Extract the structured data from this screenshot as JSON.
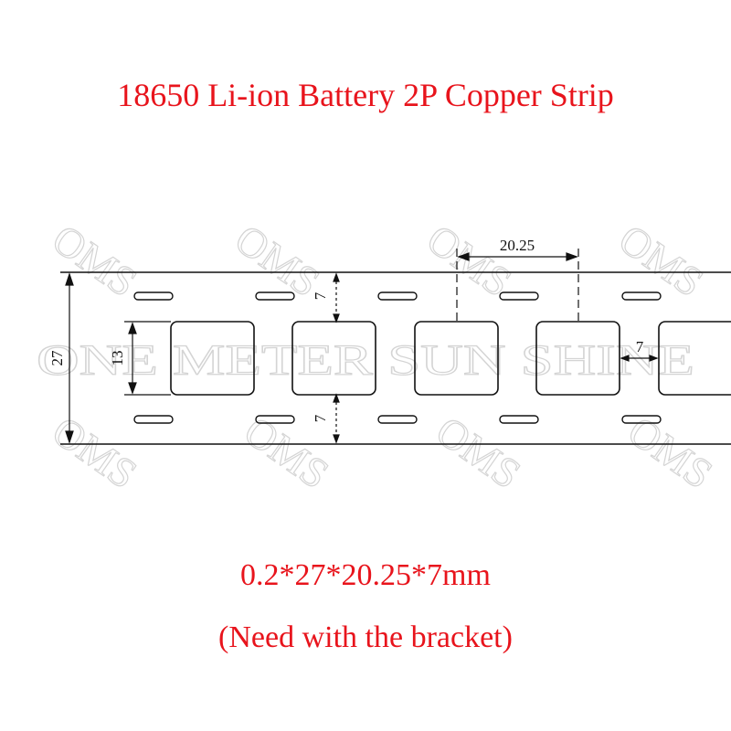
{
  "title": "18650 Li-ion Battery 2P Copper Strip",
  "spec": "0.2*27*20.25*7mm",
  "note": "(Need with the bracket)",
  "dimensions": {
    "pitch": "20.25",
    "strip_width": "27",
    "window_height": "13",
    "gap_top": "7",
    "gap_bottom": "7",
    "window_gap": "7"
  },
  "watermark": {
    "logo": "OMS",
    "text": "ONE METER SUN SHINE"
  },
  "colors": {
    "title_red": "#e8141c",
    "line": "#111111",
    "watermark": "#d4d4d4"
  }
}
